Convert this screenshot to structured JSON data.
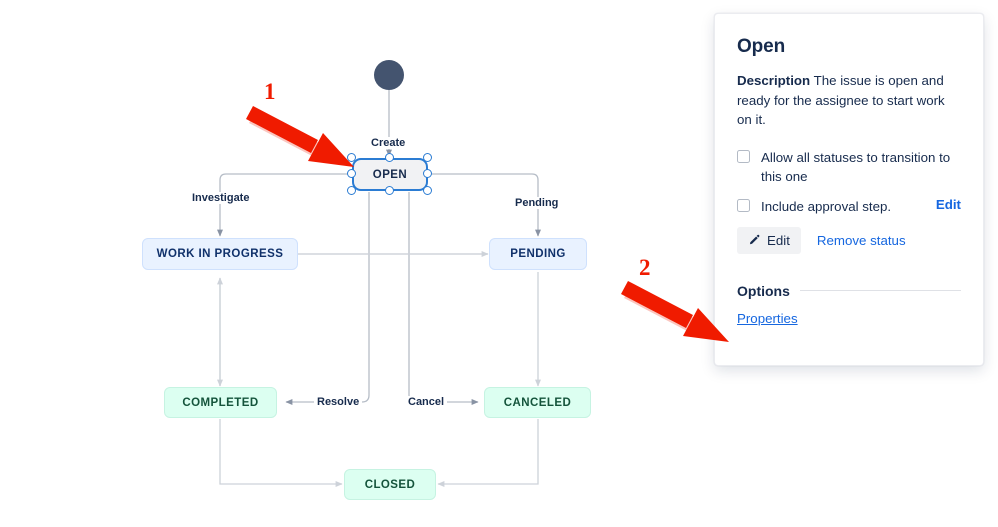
{
  "diagram": {
    "start_node": {
      "name": "start-circle"
    },
    "nodes": [
      {
        "id": "open",
        "label": "OPEN",
        "style": "selected"
      },
      {
        "id": "wip",
        "label": "WORK IN PROGRESS",
        "style": "blue"
      },
      {
        "id": "pending",
        "label": "PENDING",
        "style": "blue"
      },
      {
        "id": "completed",
        "label": "COMPLETED",
        "style": "green"
      },
      {
        "id": "canceled",
        "label": "CANCELED",
        "style": "green"
      },
      {
        "id": "closed",
        "label": "CLOSED",
        "style": "green"
      }
    ],
    "edge_labels": {
      "create": "Create",
      "investigate": "Investigate",
      "pending": "Pending",
      "resolve": "Resolve",
      "cancel": "Cancel"
    },
    "colors": {
      "blue_fill": "#e9f2ff",
      "blue_text": "#10316b",
      "green_fill": "#dcfff1",
      "green_text": "#14543b",
      "selected_border": "#2b7cd3",
      "start_dot": "#44546f",
      "wire": "#b6bdc7"
    }
  },
  "annotations": {
    "color": "#f01b00",
    "markers": [
      {
        "number": "1",
        "target": "open-node"
      },
      {
        "number": "2",
        "target": "properties-link"
      }
    ]
  },
  "panel": {
    "title": "Open",
    "description_label": "Description",
    "description_text": "The issue is open and ready for the assignee to start work on it.",
    "checkboxes": [
      {
        "label": "Allow all statuses to transition to this one",
        "checked": false,
        "action": null
      },
      {
        "label": "Include approval step.",
        "checked": false,
        "action": "Edit"
      }
    ],
    "edit_button": "Edit",
    "edit_icon": "pencil-icon",
    "remove_link": "Remove status",
    "options_heading": "Options",
    "properties_link": "Properties"
  }
}
